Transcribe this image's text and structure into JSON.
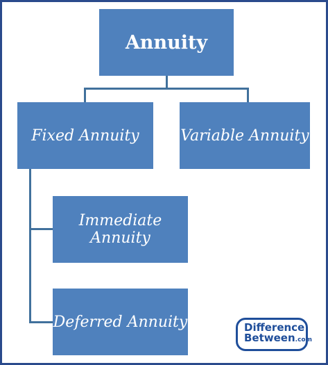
{
  "diagram": {
    "root": "Annuity",
    "children": [
      {
        "label": "Fixed Annuity",
        "children": [
          "Immediate Annuity",
          "Deferred Annuity"
        ]
      },
      {
        "label": "Variable Annuity"
      }
    ]
  },
  "logo": {
    "line1": "Difference",
    "line2": "Between",
    "suffix": ".com"
  },
  "colors": {
    "box": "#4f81bd",
    "connector": "#41719c",
    "frame": "#2a4a8c",
    "logo": "#1f4e9a"
  }
}
